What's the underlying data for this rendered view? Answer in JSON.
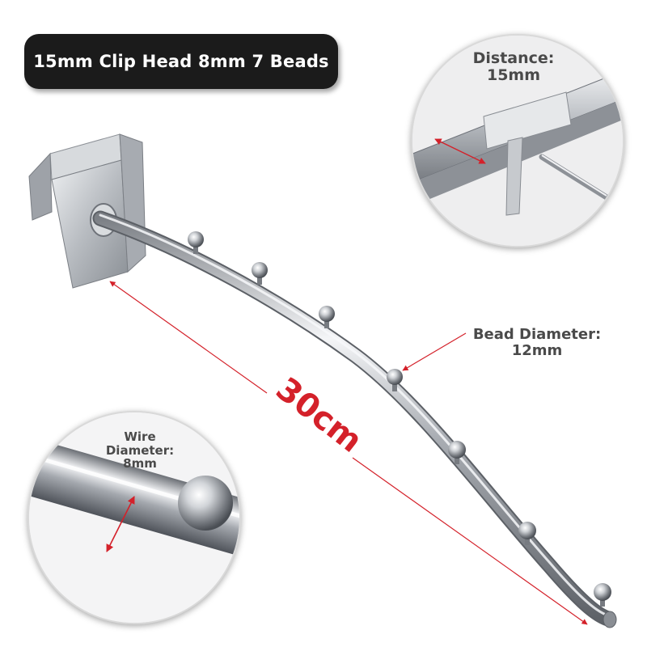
{
  "title": "15mm Clip Head 8mm 7 Beads",
  "labels": {
    "distance_line1": "Distance:",
    "distance_line2": "15mm",
    "bead_line1": "Bead Diameter:",
    "bead_line2": "12mm",
    "wire_line1": "Wire",
    "wire_line2": "Diameter:",
    "wire_line3": "8mm",
    "length": "30cm"
  },
  "bead_count": 7,
  "colors": {
    "title_bg": "#1b1b1b",
    "title_text": "#ffffff",
    "annotation_red": "#d4212a",
    "label_gray": "#4a4a4a",
    "chrome": "#c9ccd0"
  }
}
